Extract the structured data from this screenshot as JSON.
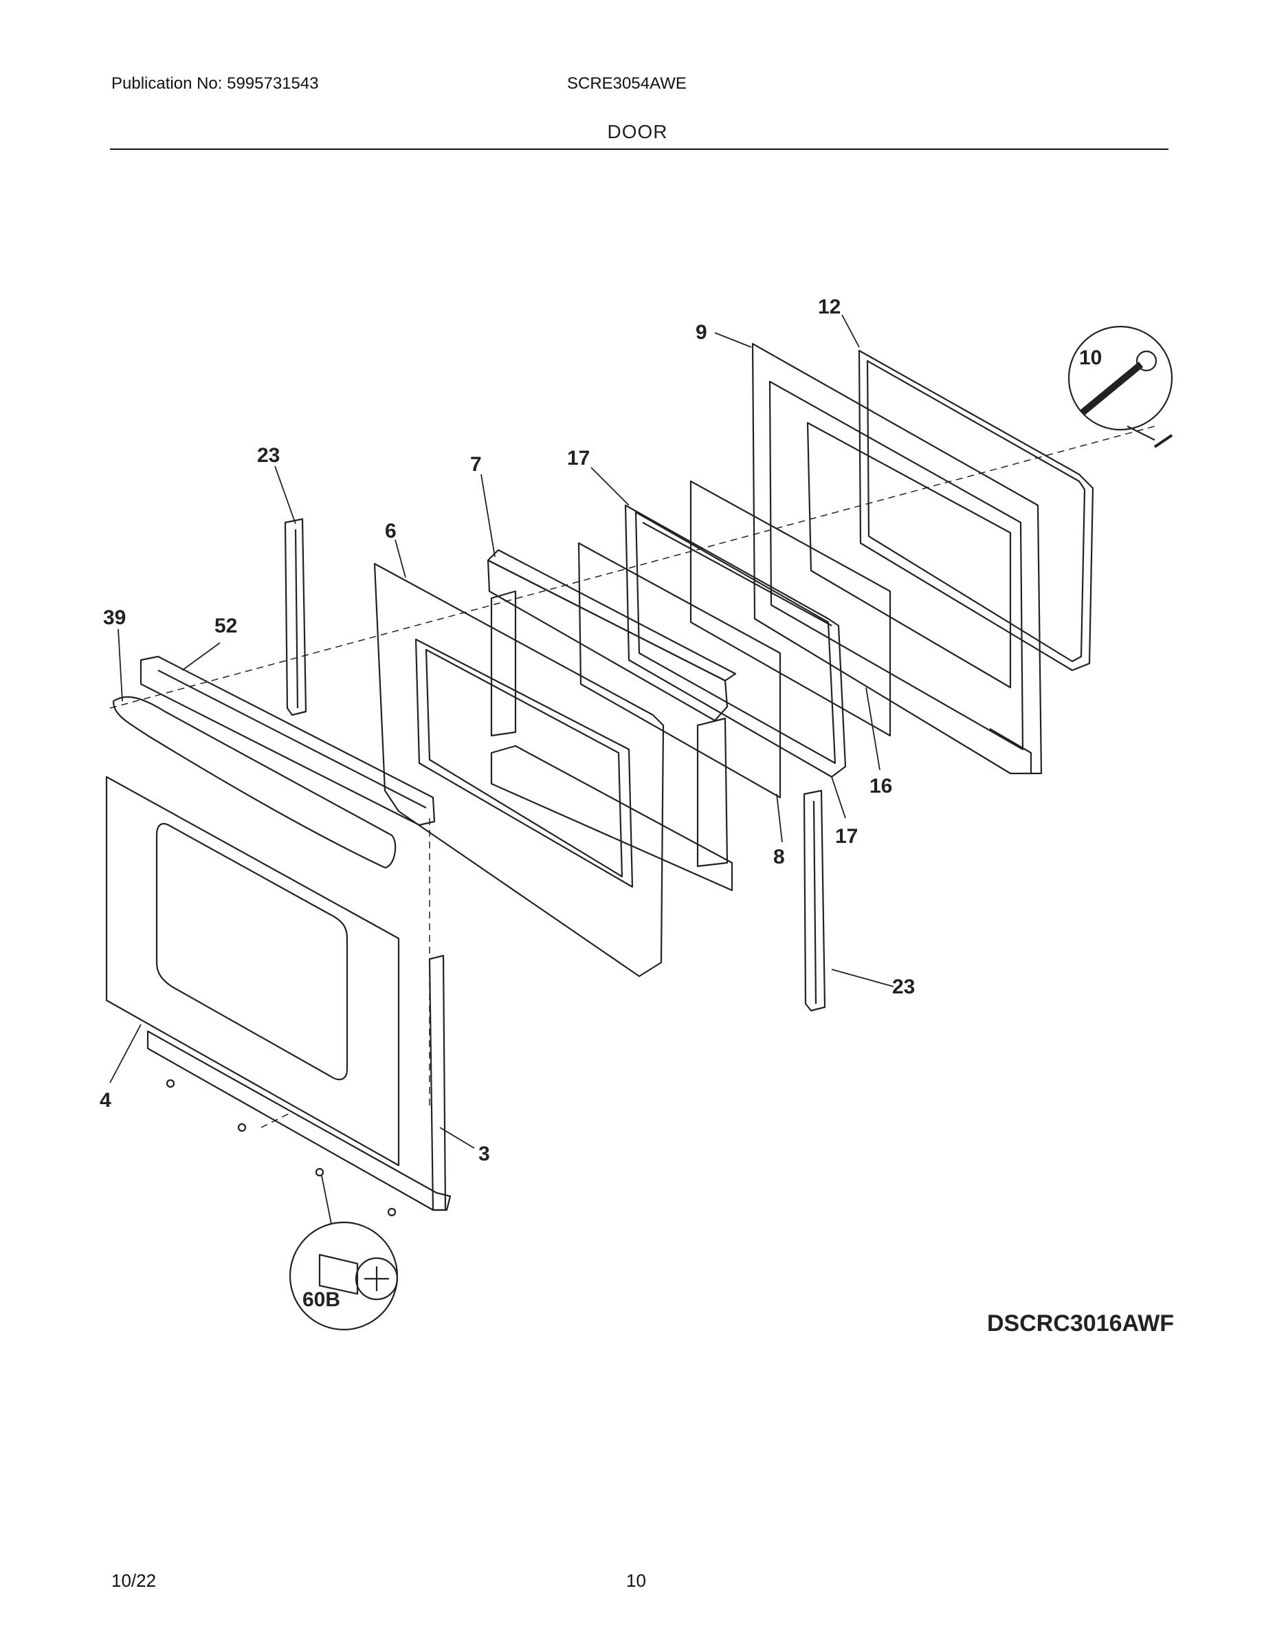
{
  "header": {
    "publication": "Publication No: 5995731543",
    "model": "SCRE3054AWE",
    "section": "DOOR"
  },
  "callouts": {
    "c12": "12",
    "c9": "9",
    "c10": "10",
    "c23a": "23",
    "c7": "7",
    "c17a": "17",
    "c6": "6",
    "c39": "39",
    "c52": "52",
    "c16": "16",
    "c17b": "17",
    "c8": "8",
    "c23b": "23",
    "c4": "4",
    "c3": "3",
    "c60b": "60B"
  },
  "diagram_code": "DSCRC3016AWF",
  "footer": {
    "date": "10/22",
    "page": "10"
  }
}
